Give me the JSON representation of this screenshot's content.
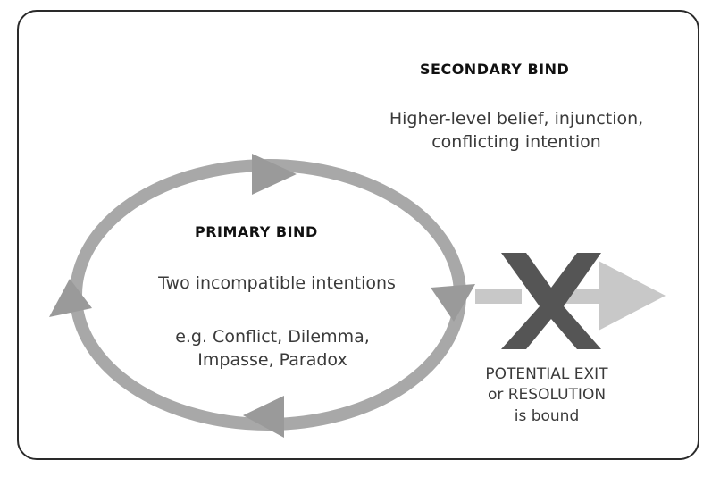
{
  "secondary": {
    "title": "SECONDARY BIND",
    "line1": "Higher-level belief, injunction,",
    "line2": "conflicting intention"
  },
  "primary": {
    "title": "PRIMARY BIND",
    "description": "Two incompatible intentions",
    "example_line1": "e.g. Conflict, Dilemma,",
    "example_line2": "Impasse, Paradox"
  },
  "exit": {
    "line1": "POTENTIAL EXIT",
    "line2": "or RESOLUTION",
    "line3": "is bound"
  },
  "colors": {
    "frame": "#2a2a2a",
    "loop": "#a8a8a8",
    "exit_arrow": "#c8c8c8",
    "cross": "#555555",
    "text": "#3a3a3a",
    "heading": "#111111"
  }
}
